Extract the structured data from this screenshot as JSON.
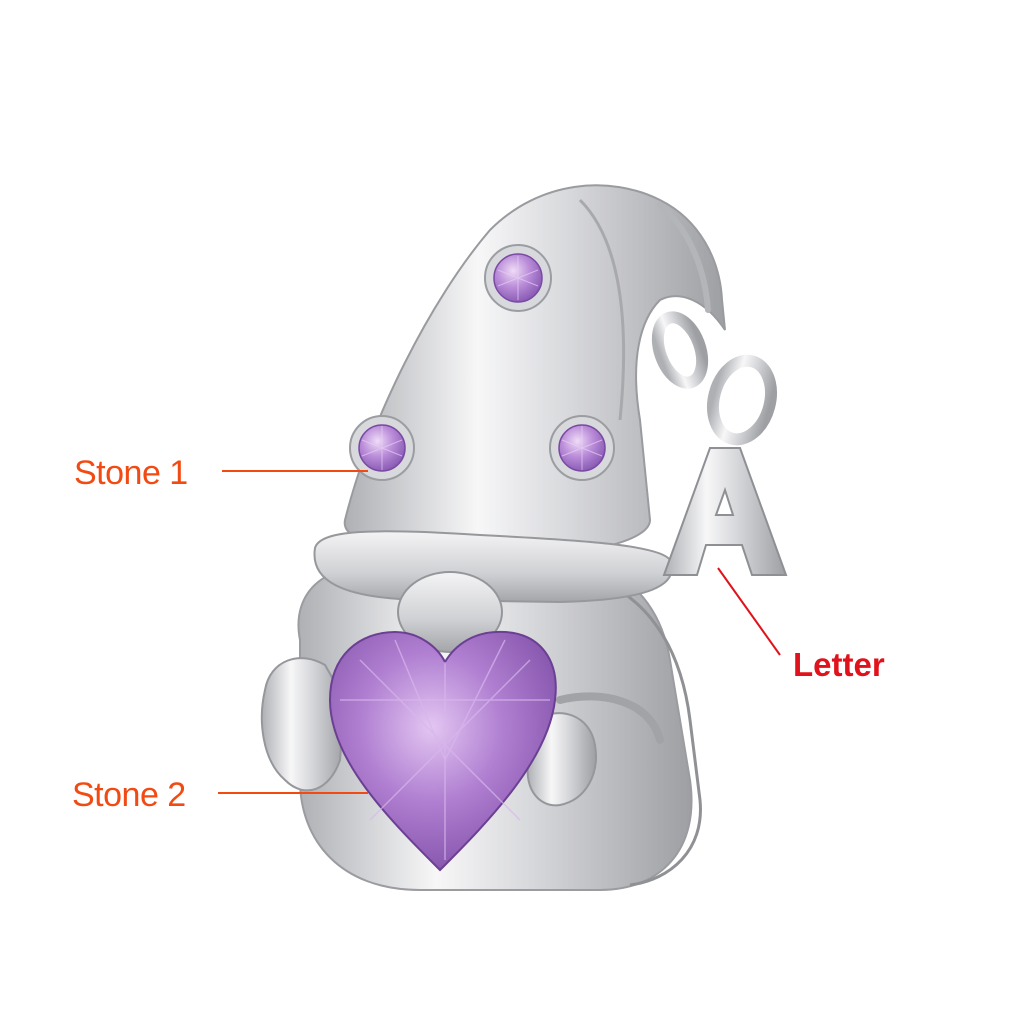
{
  "callouts": {
    "stone1": {
      "label": "Stone 1",
      "color": "#f24a13"
    },
    "stone2": {
      "label": "Stone 2",
      "color": "#f24a13"
    },
    "letter": {
      "label": "Letter",
      "color": "#e0121b"
    }
  },
  "charm": {
    "letter_glyph": "A",
    "metal_color": "#c9cacd",
    "stone_color": "#a774c9"
  }
}
